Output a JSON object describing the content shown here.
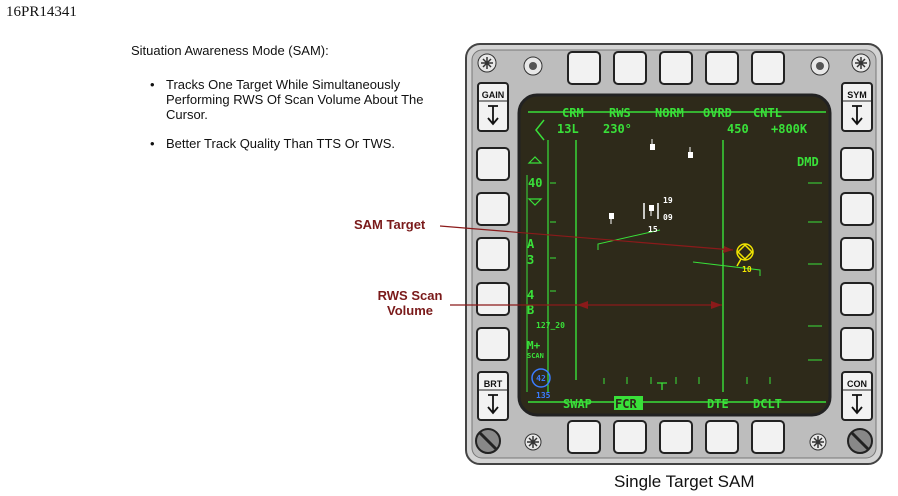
{
  "doc_id": "16PR14341",
  "heading": "Situation Awareness Mode (SAM):",
  "bullets": [
    "Tracks One Target While Simultaneously Performing RWS Of Scan Volume About The Cursor.",
    "Better Track Quality Than TTS Or TWS."
  ],
  "callouts": {
    "sam_target": "SAM Target",
    "rws_scan_line1": "RWS Scan",
    "rws_scan_line2": "Volume"
  },
  "caption": "Single Target SAM",
  "colors": {
    "screen_bg": "#2e2a1a",
    "symbology": "#39e039",
    "target_yellow": "#f2e600",
    "callout_line": "#8b1a1a",
    "bezel": "#c9c9c9"
  },
  "mfd": {
    "rocker_left_top": "GAIN",
    "rocker_right_top": "SYM",
    "rocker_left_bottom": "BRT",
    "rocker_right_bottom": "CON",
    "top_row": [
      "CRM",
      "RWS",
      "NORM",
      "OVRD",
      "CNTL"
    ],
    "top_row2_left": "13L",
    "top_row2_az": "230°",
    "top_row2_mid": "450",
    "top_row2_right": "+800K",
    "dmd": "DMD",
    "range": "40",
    "azimuth_a": "A",
    "azimuth_a_val": "3",
    "bar_val": "4",
    "bar_b": "B",
    "elevation": "127_20",
    "mplus": "M+",
    "scan": "SCAN",
    "bullseye_val": "42",
    "bullseye_range": "135",
    "bottom_row": [
      "SWAP",
      "FCR",
      "DTE",
      "DCLT"
    ],
    "track_19": "19",
    "track_09": "09",
    "track_15": "15",
    "sam_label": "10"
  }
}
